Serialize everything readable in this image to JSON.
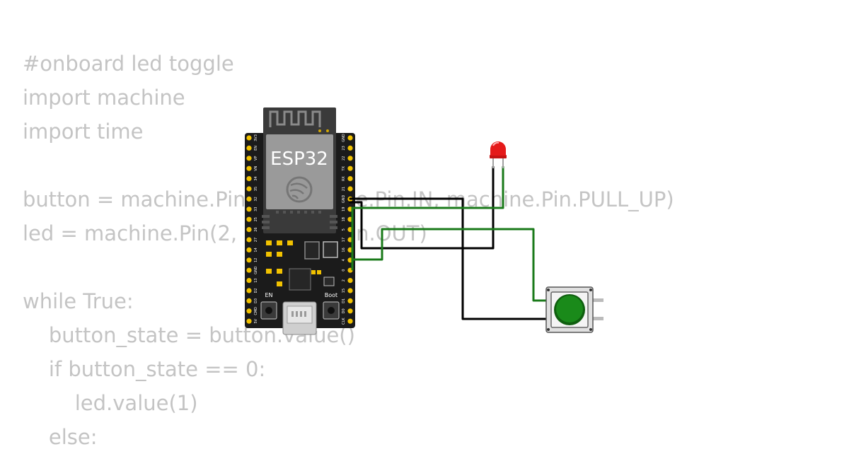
{
  "code_lines": [
    "#onboard led toggle",
    "import machine",
    "import time",
    "",
    "button = machine.Pin(0, machine.Pin.IN, machine.Pin.PULL_UP)",
    "led = machine.Pin(2, machine.Pin.OUT)",
    "",
    "while True:",
    "    button_state = button.value()",
    "    if button_state == 0:",
    "        led.value(1)",
    "    else:"
  ],
  "board": {
    "name": "ESP32",
    "left_pins": [
      "3V3",
      "EN",
      "VP",
      "VN",
      "34",
      "35",
      "32",
      "33",
      "25",
      "26",
      "27",
      "14",
      "12",
      "GND",
      "13",
      "D2",
      "D3",
      "CMD",
      "5V"
    ],
    "right_pins": [
      "GND",
      "23",
      "22",
      "TX",
      "RX",
      "21",
      "GND",
      "19",
      "18",
      "5",
      "17",
      "16",
      "4",
      "0",
      "2",
      "15",
      "D1",
      "D0",
      "CLK"
    ],
    "en_label": "EN",
    "boot_label": "Boot"
  },
  "colors": {
    "code_text": "#c4c4c4",
    "board": "#1b1b1b",
    "pin": "#f2c200",
    "wire_green": "#1a7a1a",
    "wire_black": "#000000",
    "led_red": "#e51a1a",
    "button_cap": "#1a7a1a"
  }
}
